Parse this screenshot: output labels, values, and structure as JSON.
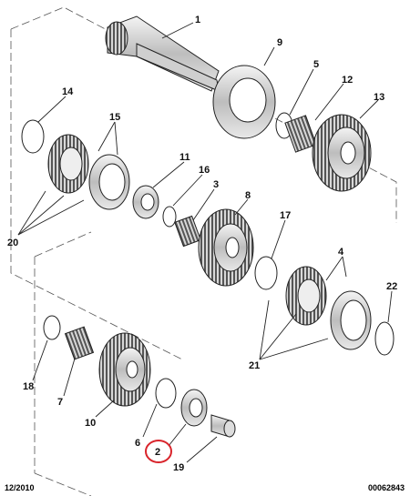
{
  "diagram": {
    "callouts": [
      {
        "id": "c1",
        "text": "1"
      },
      {
        "id": "c9",
        "text": "9"
      },
      {
        "id": "c5",
        "text": "5"
      },
      {
        "id": "c12",
        "text": "12"
      },
      {
        "id": "c13",
        "text": "13"
      },
      {
        "id": "c14",
        "text": "14"
      },
      {
        "id": "c15",
        "text": "15"
      },
      {
        "id": "c11",
        "text": "11"
      },
      {
        "id": "c16",
        "text": "16"
      },
      {
        "id": "c3",
        "text": "3"
      },
      {
        "id": "c8",
        "text": "8"
      },
      {
        "id": "c17",
        "text": "17"
      },
      {
        "id": "c4",
        "text": "4"
      },
      {
        "id": "c20",
        "text": "20"
      },
      {
        "id": "c22",
        "text": "22"
      },
      {
        "id": "c21",
        "text": "21"
      },
      {
        "id": "c18",
        "text": "18"
      },
      {
        "id": "c7",
        "text": "7"
      },
      {
        "id": "c10",
        "text": "10"
      },
      {
        "id": "c6",
        "text": "6"
      },
      {
        "id": "c2",
        "text": "2"
      },
      {
        "id": "c19",
        "text": "19"
      }
    ],
    "highlighted_callout": "2",
    "highlight_color": "#d9242b"
  },
  "footer": {
    "date": "12/2010",
    "reference": "00062843"
  }
}
